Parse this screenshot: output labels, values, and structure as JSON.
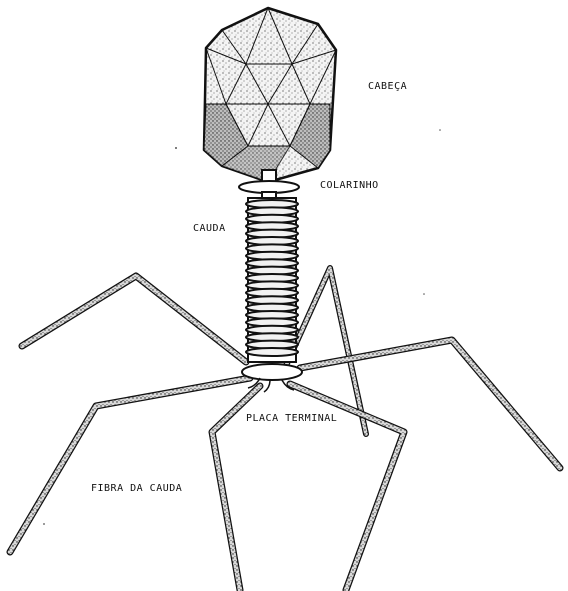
{
  "labels": {
    "head": "CABEÇA",
    "collar": "COLARINHO",
    "tail": "CAUDA",
    "base_plate": "PLACA TERMINAL",
    "tail_fiber": "FIBRA DA CAUDA"
  },
  "colors": {
    "ink": "#111111",
    "paper": "#ffffff"
  }
}
